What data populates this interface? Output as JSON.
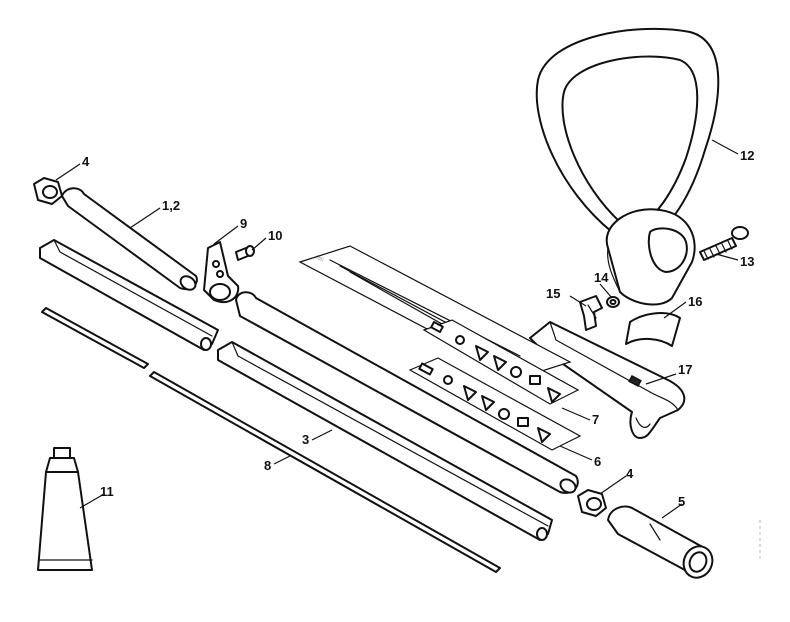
{
  "callouts": {
    "c_4a": "4",
    "c_1_2": "1,2",
    "c_9": "9",
    "c_10": "10",
    "c_12": "12",
    "c_13": "13",
    "c_14": "14",
    "c_15": "15",
    "c_16": "16",
    "c_17": "17",
    "c_7": "7",
    "c_6": "6",
    "c_3": "3",
    "c_8": "8",
    "c_11": "11",
    "c_4b": "4",
    "c_5": "5"
  },
  "colors": {
    "line": "#111111",
    "background": "#ffffff"
  }
}
